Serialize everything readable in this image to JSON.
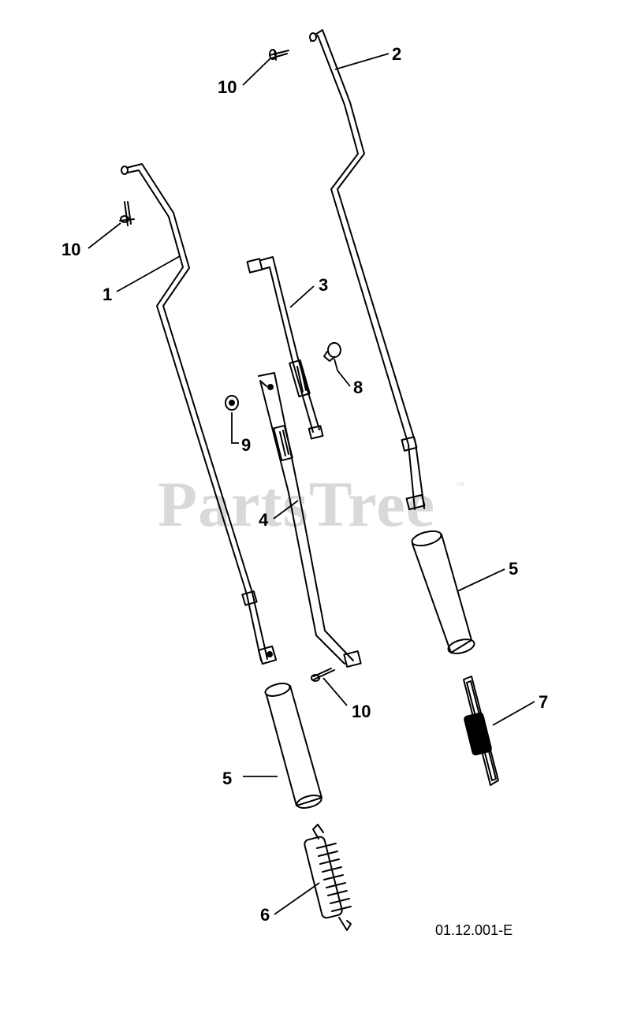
{
  "diagram": {
    "watermark": "PartsTree",
    "watermark_tm": "™",
    "reference_code": "01.12.001-E",
    "callouts": {
      "c1": "1",
      "c2": "2",
      "c3": "3",
      "c4": "4",
      "c5a": "5",
      "c5b": "5",
      "c6": "6",
      "c7": "7",
      "c8": "8",
      "c9": "9",
      "c10a": "10",
      "c10b": "10",
      "c10c": "10"
    }
  }
}
